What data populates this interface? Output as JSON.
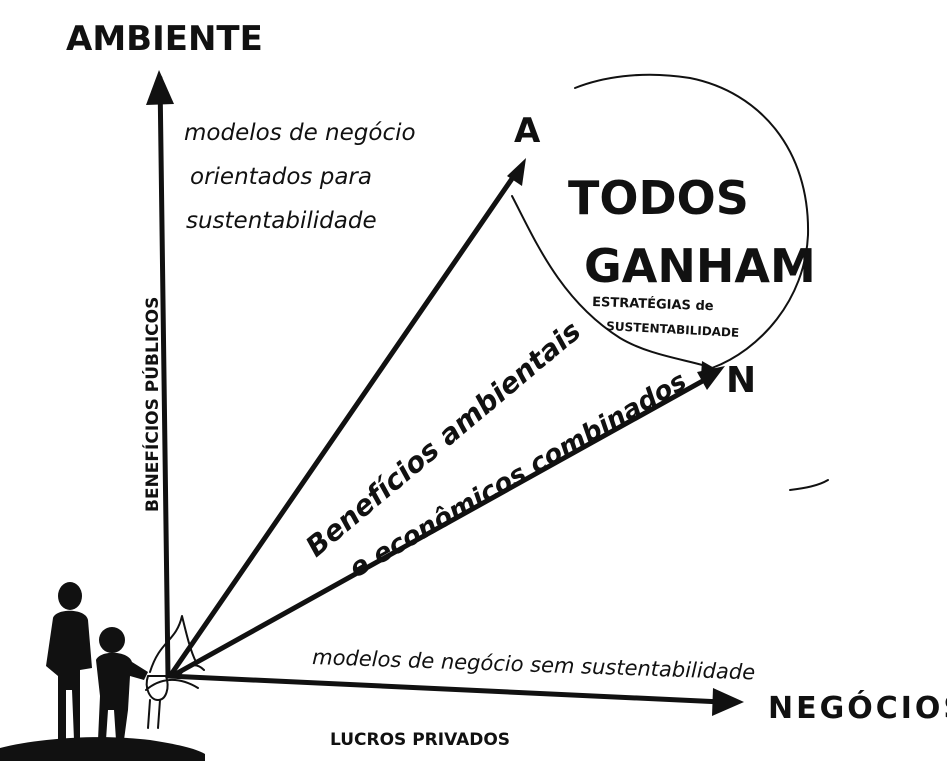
{
  "diagram": {
    "y_axis_title": "AMBIENTE",
    "x_axis_title": "NEGÓCIOS",
    "y_axis_side_label": "BENEFÍCIOS PÚBLICOS",
    "x_axis_bottom_label": "LUCROS PRIVADOS",
    "vertical_arrow_note": {
      "line1": "modelos de negócio",
      "line2": "orientados para",
      "line3": "sustentabilidade"
    },
    "horizontal_arrow_note": "modelos de negócio sem sustentabilidade",
    "diagonal_note": {
      "line1": "Benefícios ambientais",
      "line2": "e econômicos combinados"
    },
    "point_a_label": "A",
    "point_n_label": "N",
    "win_win": {
      "line1": "TODOS",
      "line2": "GANHAM",
      "sub1": "ESTRATÉGIAS de",
      "sub2": "SUSTENTABILIDADE"
    }
  },
  "colors": {
    "ink": "#111111",
    "background": "#ffffff"
  }
}
